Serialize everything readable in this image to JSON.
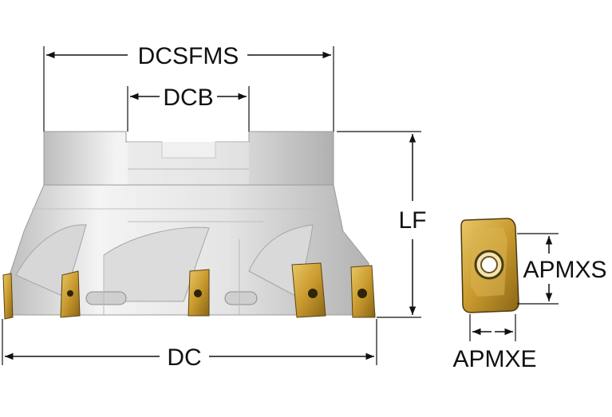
{
  "labels": {
    "dcsfms": "DCSFMS",
    "dcb": "DCB",
    "lf": "LF",
    "dc": "DC",
    "apmxs": "APMXS",
    "apmxe": "APMXE"
  },
  "colors": {
    "body_light": "#ededed",
    "body_mid": "#d4d4d4",
    "body_dark": "#a9a9a9",
    "insert_gold": "#c9a13a",
    "insert_dark": "#4a3a12",
    "line": "#111111"
  }
}
